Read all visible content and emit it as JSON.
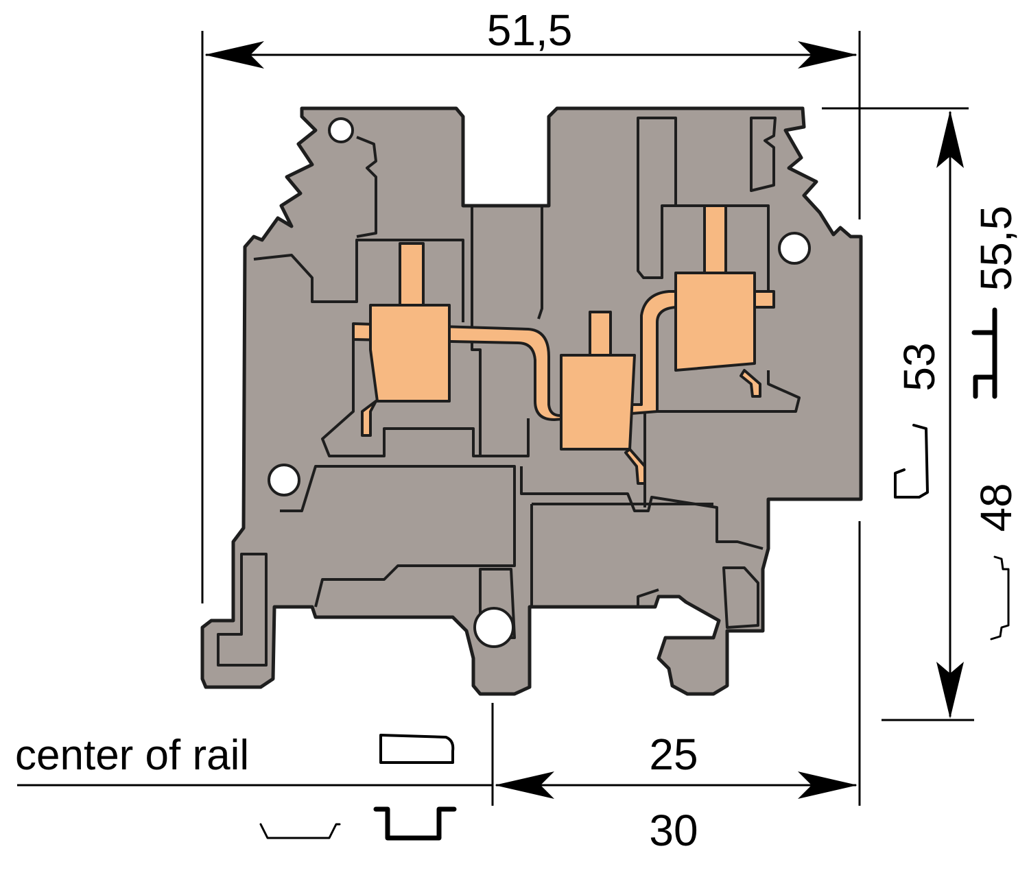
{
  "drawing": {
    "colors": {
      "housing": "#a59d98",
      "housing_dark": "#8f8781",
      "metal": "#f7b982",
      "outline": "#1e1e1e",
      "background": "#ffffff"
    },
    "dimensions": {
      "overall_width": "51,5",
      "height_top_hat": "55,5",
      "height_g_rail": "53",
      "height_mini_rail": "48",
      "offset_top_hat": "25",
      "offset_g_rail": "30"
    },
    "labels": {
      "center_of_rail": "center of rail"
    },
    "icons": [
      "top-hat-rail-icon",
      "g-rail-icon",
      "mini-rail-icon"
    ]
  }
}
